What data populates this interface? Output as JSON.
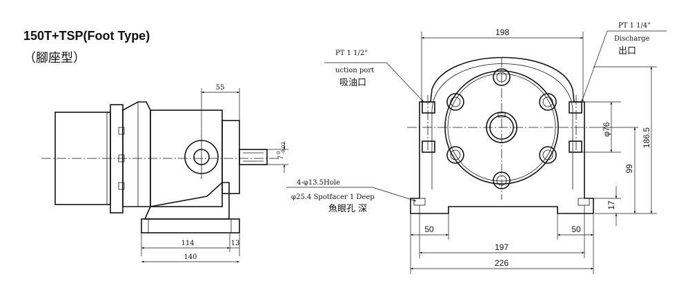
{
  "title": "150T+TSP(Foot Type)",
  "subtitle": "（腳座型）",
  "side_view": {
    "dim_55": "55",
    "dim_114": "114",
    "dim_13": "13",
    "dim_140": "140",
    "shaft_tol": "7",
    "shaft_tol_upper": "0",
    "shaft_tol_lower": "-0.02"
  },
  "front_view": {
    "dim_198": "198",
    "dim_76": "φ76",
    "dim_186": "186.5",
    "dim_99": "99",
    "dim_17": "17",
    "dim_50_left": "50",
    "dim_50_right": "50",
    "dim_197": "197",
    "dim_226": "226"
  },
  "callouts": {
    "suction_pt": "PT 1 1/2\"",
    "suction_en": "uction port",
    "suction_cn": "吸油口",
    "discharge_pt": "PT 1 1/4\"",
    "discharge_en": "Discharge",
    "discharge_cn": "出口",
    "hole": "4-φ13.5Hole",
    "spotface": "φ25.4 Spotfacer 1 Deep",
    "spotface_cn": "魚眼孔  深"
  }
}
